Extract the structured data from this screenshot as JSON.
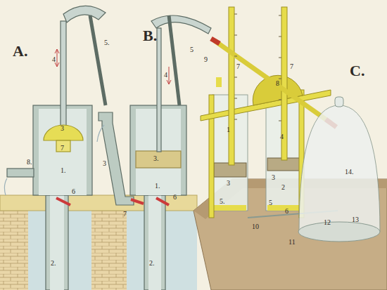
{
  "diagram": {
    "labels": [
      "A.",
      "B.",
      "C.",
      "5.",
      "4",
      "3",
      "7",
      "8.",
      "1.",
      "6",
      "2.",
      "5",
      "4",
      "3.",
      "1.",
      "3",
      "7",
      "6",
      "2.",
      "9",
      "7",
      "8",
      "7",
      "1",
      "3",
      "5.",
      "4",
      "2",
      "3",
      "5",
      "6",
      "10",
      "11",
      "12",
      "13",
      "14."
    ]
  }
}
